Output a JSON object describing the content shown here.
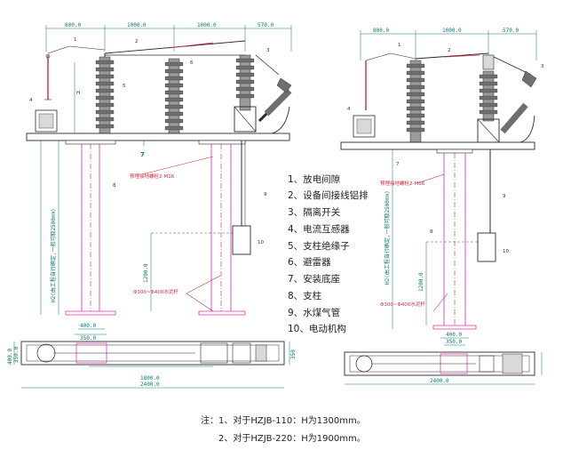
{
  "colors": {
    "outline": "#2a2a2a",
    "dimension": "#0a7a6a",
    "red": "#d2283c",
    "magenta": "#e63cb4",
    "insulator": "#6f6f6f",
    "panel": "#d9d9d9"
  },
  "left_view": {
    "top_dims": [
      "800.0",
      "1000.0",
      "1000.0",
      "570.0"
    ],
    "part_numbers": [
      "1",
      "2",
      "3",
      "4",
      "5",
      "6",
      "7",
      "8",
      "9",
      "10"
    ],
    "ground_label": "预埋接地螺栓2-M16",
    "concrete_label": "Φ300~Φ400水泥杆",
    "height_label": "1200.0",
    "vertical_note": "H2(由工程自行确定,一般可取2500mm)",
    "h_label": "H",
    "plan_dims": [
      "400.0",
      "350.0",
      "1800.0",
      "2400.0",
      "400.0",
      "350.0",
      "350"
    ]
  },
  "right_view": {
    "top_dims": [
      "800.0",
      "1000.0",
      "570.0"
    ],
    "part_numbers": [
      "1",
      "2",
      "3",
      "4",
      "7",
      "8",
      "9",
      "10"
    ],
    "ground_label": "预埋接地螺栓2-M16",
    "concrete_label": "Φ300~Φ400水泥杆",
    "height_label": "1200.0",
    "vertical_note": "H2(由工程自行确定,一般可取2500mm)",
    "plan_dims": [
      "400.0",
      "350.0",
      "2400.0"
    ]
  },
  "legend": [
    "1、放电间隙",
    "2、设备间接线铝排",
    "3、隔离开关",
    "4、电流互感器",
    "5、支柱绝缘子",
    "6、避雷器",
    "7、安装底座",
    "8、支柱",
    "9、水煤气管",
    "10、电动机构"
  ],
  "notes": [
    "注：1、对于HZJB-110：H为1300mm。",
    "2、对于HZJB-220：H为1900mm。"
  ]
}
